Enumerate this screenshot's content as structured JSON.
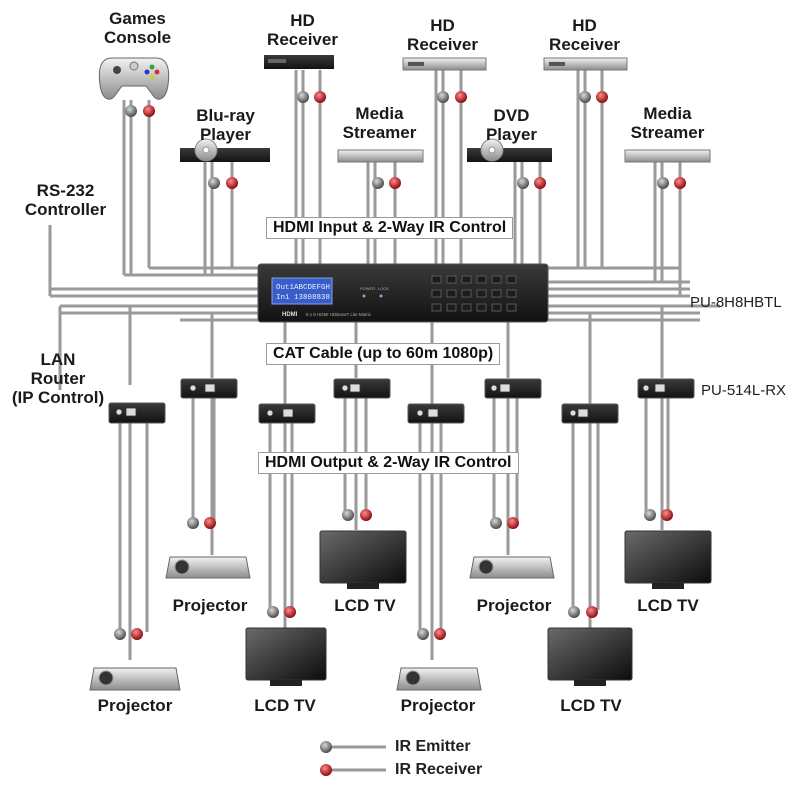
{
  "sources": [
    {
      "line1": "Games",
      "line2": "Console",
      "icon": "game-controller-icon"
    },
    {
      "line1": "HD",
      "line2": "Receiver",
      "icon": "hd-receiver-icon"
    },
    {
      "line1": "HD",
      "line2": "Receiver",
      "icon": "hd-receiver-icon"
    },
    {
      "line1": "HD",
      "line2": "Receiver",
      "icon": "hd-receiver-icon"
    },
    {
      "line1": "Blu-ray",
      "line2": "Player",
      "icon": "bluray-player-icon"
    },
    {
      "line1": "Media",
      "line2": "Streamer",
      "icon": "media-streamer-icon"
    },
    {
      "line1": "DVD",
      "line2": "Player",
      "icon": "dvd-player-icon"
    },
    {
      "line1": "Media",
      "line2": "Streamer",
      "icon": "media-streamer-icon"
    }
  ],
  "controllers": {
    "rs232": {
      "line1": "RS-232",
      "line2": "Controller"
    },
    "lan": {
      "line1": "LAN",
      "line2": "Router",
      "line3": "(IP Control)"
    }
  },
  "bands": {
    "input": "HDMI Input & 2-Way IR Control",
    "cat": "CAT Cable (up to 60m 1080p)",
    "output": "HDMI Output & 2-Way IR Control"
  },
  "models": {
    "matrix": "PU-8H8HBTL",
    "receiver": "PU-514L-RX"
  },
  "matrix_panel": {
    "lcd_line1": "Out1ABCDEFGH",
    "lcd_line2": " In1 13808838",
    "brand": "HDMI",
    "subtitle": "8 x 8 HDMI HDBaseT Lite Matrix",
    "power_label": "POWER",
    "lock_label": "LOCK"
  },
  "displays": [
    {
      "label": "Projector",
      "icon": "projector-icon"
    },
    {
      "label": "Projector",
      "icon": "projector-icon"
    },
    {
      "label": "LCD TV",
      "icon": "lcd-tv-icon"
    },
    {
      "label": "LCD TV",
      "icon": "lcd-tv-icon"
    },
    {
      "label": "Projector",
      "icon": "projector-icon"
    },
    {
      "label": "Projector",
      "icon": "projector-icon"
    },
    {
      "label": "LCD TV",
      "icon": "lcd-tv-icon"
    },
    {
      "label": "LCD TV",
      "icon": "lcd-tv-icon"
    }
  ],
  "legend": {
    "emitter": "IR Emitter",
    "receiver": "IR Receiver"
  },
  "colors": {
    "cable": "#9a9a9a",
    "emitter": "#6e6e6e",
    "receiver": "#c0141b",
    "device": "#2a2a2a"
  }
}
